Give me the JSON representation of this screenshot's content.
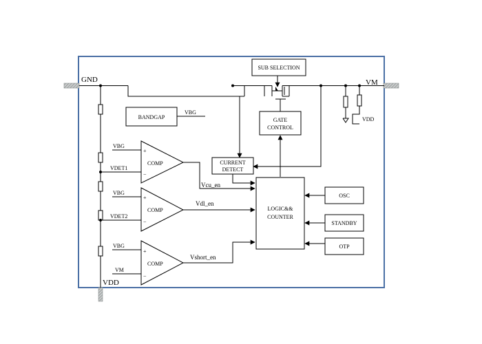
{
  "pins": {
    "gnd": "GND",
    "vm": "VM",
    "vdd_bottom": "VDD",
    "vdd_right": "VDD"
  },
  "blocks": {
    "sub_selection": "SUB SELECTION",
    "bandgap": "BANDGAP",
    "gate_control_1": "GATE",
    "gate_control_2": "CONTROL",
    "current_detect_1": "CURRENT",
    "current_detect_2": "DETECT",
    "logic_1": "LOGIC&&",
    "logic_2": "COUNTER",
    "osc": "OSC",
    "standby": "STANDBY",
    "otp": "OTP"
  },
  "comparators": [
    {
      "label": "COMP",
      "plus": "+",
      "minus": "−",
      "in_plus": "VBG",
      "in_minus": "VDET1",
      "out": "Vcu_en"
    },
    {
      "label": "COMP",
      "plus": "+",
      "minus": "−",
      "in_plus": "VBG",
      "in_minus": "VDET2",
      "out": "Vdl_en"
    },
    {
      "label": "COMP",
      "plus": "+",
      "minus": "−",
      "in_plus": "VBG",
      "in_minus": "VM",
      "out": "Vshort_en"
    }
  ],
  "signals": {
    "bandgap_out": "VBG"
  },
  "colors": {
    "frame": "#4a6fa5",
    "line": "#000000",
    "pin": "#9aa0a0"
  }
}
